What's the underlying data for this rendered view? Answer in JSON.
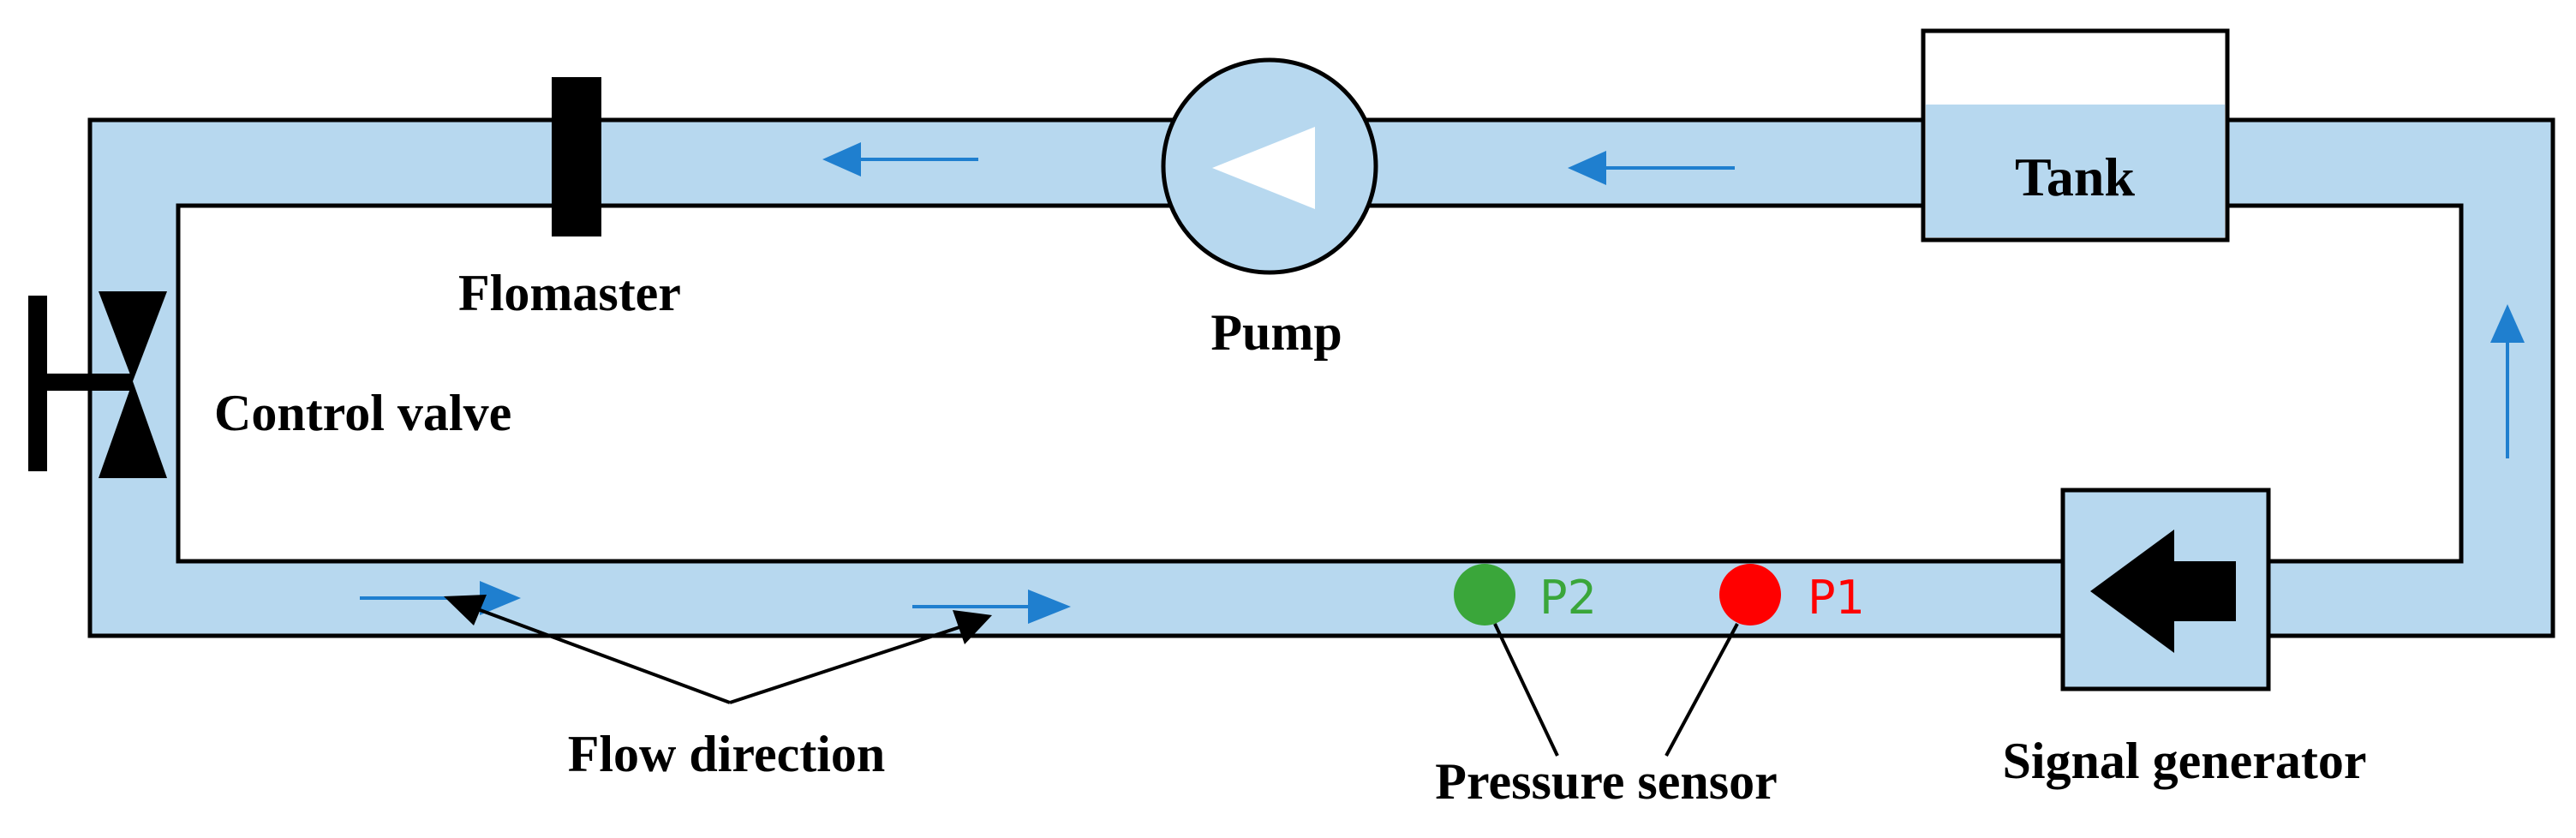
{
  "labels": {
    "flomaster": "Flomaster",
    "pump": "Pump",
    "tank": "Tank",
    "control_valve": "Control valve",
    "flow_direction": "Flow direction",
    "pressure_sensor": "Pressure sensor",
    "signal_generator": "Signal generator"
  },
  "sensors": {
    "p1": {
      "label": "P1",
      "color": "#ff0000"
    },
    "p2": {
      "label": "P2",
      "color": "#3aa63a"
    }
  },
  "colors": {
    "pipe_fill": "#b7d8ef",
    "outline": "#000000",
    "arrow": "#1f7fcf"
  }
}
